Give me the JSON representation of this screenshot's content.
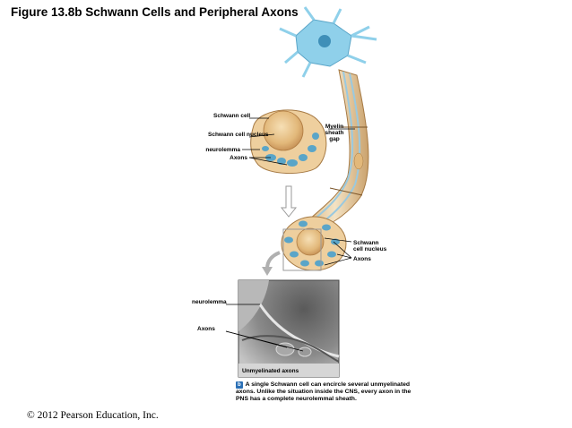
{
  "title": "Figure 13.8b  Schwann Cells and Peripheral Axons",
  "copyright": "© 2012 Pearson Education, Inc.",
  "labels": {
    "schwann_cell": "Schwann cell",
    "schwann_cell_nucleus_top": "Schwann cell nucleus",
    "neurolemma_top": "neurolemma",
    "axons_top": "Axons",
    "myelin_sheath_gap": "Myelin sheath gap",
    "schwann_cell_nucleus_right": "Schwann cell nucleus",
    "axons_right": "Axons",
    "neurolemma_micro": "neurolemma",
    "axons_micro": "Axons"
  },
  "micrograph": {
    "caption": "Unmyelinated axons"
  },
  "panel": {
    "badge": "b",
    "text": "A single Schwann cell can encircle several unmyelinated axons. Unlike the situation inside the CNS, every axon in the PNS has a complete neurolemmal sheath."
  }
}
